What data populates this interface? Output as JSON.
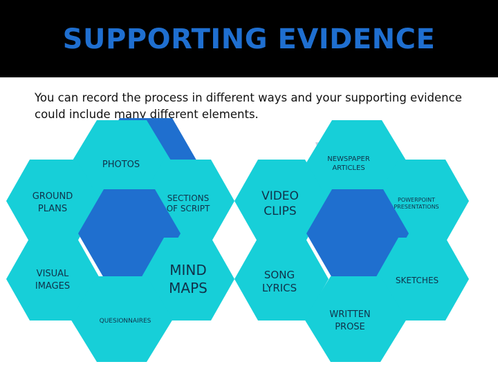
{
  "title": "SUPPORTING EVIDENCE",
  "intro": "You can record the process in different ways and your supporting evidence could include many different elements.",
  "colors": {
    "title": "#1f6fd0",
    "cyan": "#17cfd8",
    "blue": "#1f6fcf",
    "connector": "#cdd3e0"
  },
  "left_group": {
    "photos": "PHOTOS",
    "ground_plans": [
      "GROUND",
      "PLANS"
    ],
    "sections_of_script": [
      "SECTIONS",
      "OF SCRIPT"
    ],
    "visual_images": [
      "VISUAL",
      "IMAGES"
    ],
    "mind_maps": [
      "MIND",
      "MAPS"
    ],
    "questionnaires": "QUESIONNAIRES"
  },
  "right_group": {
    "newspaper_articles": [
      "NEWSPAPER",
      "ARTICLES"
    ],
    "video_clips": [
      "VIDEO",
      "CLIPS"
    ],
    "powerpoint_presentations": [
      "POWERPOINT",
      "PRESENTATIONS"
    ],
    "song_lyrics": [
      "SONG",
      "LYRICS"
    ],
    "sketches": "SKETCHES",
    "written_prose": [
      "WRITTEN",
      "PROSE"
    ]
  }
}
